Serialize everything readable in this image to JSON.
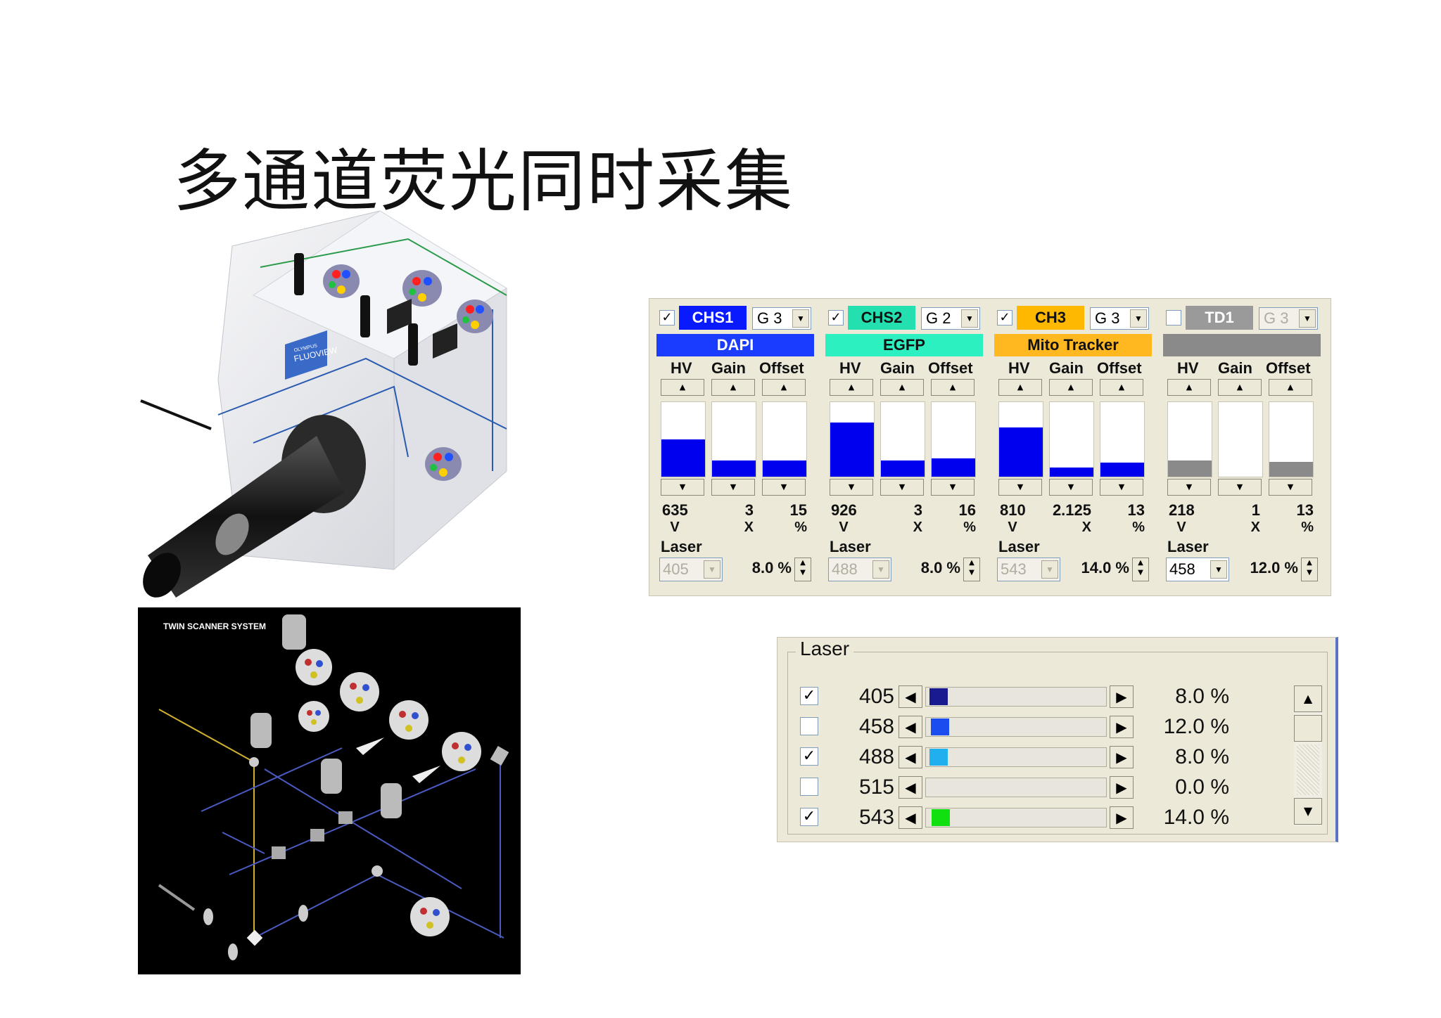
{
  "slide": {
    "title": "多通道荧光同时采集"
  },
  "device": {
    "brand": "FLUOVIEW",
    "maker": "OLYMPUS"
  },
  "scanner": {
    "title": "TWIN SCANNER SYSTEM"
  },
  "channels": [
    {
      "enabled": true,
      "check": "✓",
      "name": "CHS1",
      "gain_group": "G 3",
      "dye": "DAPI",
      "color": "#0a1aff",
      "dye_color": "#1a3cff",
      "text_dark": false,
      "cols": [
        "HV",
        "Gain",
        "Offset"
      ],
      "hv": "635",
      "hv_unit": "V",
      "gain": "3",
      "gain_unit": "X",
      "offset": "15",
      "offset_unit": "%",
      "levels": [
        0.5,
        0.22,
        0.22
      ],
      "laser_label": "Laser",
      "laser": "405",
      "laser_disabled": true,
      "laser_pct": "8.0 %"
    },
    {
      "enabled": true,
      "check": "✓",
      "name": "CHS2",
      "gain_group": "G 2",
      "dye": "EGFP",
      "color": "#24e0b0",
      "dye_color": "#2cf0c0",
      "text_dark": true,
      "cols": [
        "HV",
        "Gain",
        "Offset"
      ],
      "hv": "926",
      "hv_unit": "V",
      "gain": "3",
      "gain_unit": "X",
      "offset": "16",
      "offset_unit": "%",
      "levels": [
        0.73,
        0.22,
        0.25
      ],
      "laser_label": "Laser",
      "laser": "488",
      "laser_disabled": true,
      "laser_pct": "8.0 %"
    },
    {
      "enabled": true,
      "check": "✓",
      "name": "CH3",
      "gain_group": "G 3",
      "dye": "Mito Tracker",
      "color": "#ffb800",
      "dye_color": "#ffb820",
      "text_dark": true,
      "cols": [
        "HV",
        "Gain",
        "Offset"
      ],
      "hv": "810",
      "hv_unit": "V",
      "gain": "2.125",
      "gain_unit": "X",
      "offset": "13",
      "offset_unit": "%",
      "levels": [
        0.66,
        0.12,
        0.19
      ],
      "laser_label": "Laser",
      "laser": "543",
      "laser_disabled": true,
      "laser_pct": "14.0 %"
    },
    {
      "enabled": false,
      "check": "",
      "name": "TD1",
      "gain_group": "G 3",
      "dye": "",
      "color": "#9a9a9a",
      "dye_color": "#8a8a8a",
      "text_dark": false,
      "cols": [
        "HV",
        "Gain",
        "Offset"
      ],
      "hv": "218",
      "hv_unit": "V",
      "gain": "1",
      "gain_unit": "X",
      "offset": "13",
      "offset_unit": "%",
      "levels": [
        0.22,
        0.0,
        0.2
      ],
      "laser_label": "Laser",
      "laser": "458",
      "laser_disabled": false,
      "laser_pct": "12.0 %"
    }
  ],
  "laser_panel": {
    "title": "Laser",
    "lines": [
      {
        "check": "✓",
        "wavelength": "405",
        "percent": "8.0 %",
        "level": 0.08,
        "color": "#1a1a90"
      },
      {
        "check": "",
        "wavelength": "458",
        "percent": "12.0 %",
        "level": 0.12,
        "color": "#1a4cf0"
      },
      {
        "check": "✓",
        "wavelength": "488",
        "percent": "8.0 %",
        "level": 0.08,
        "color": "#20b0f0"
      },
      {
        "check": "",
        "wavelength": "515",
        "percent": "0.0 %",
        "level": 0.0,
        "color": ""
      },
      {
        "check": "✓",
        "wavelength": "543",
        "percent": "14.0 %",
        "level": 0.14,
        "color": "#10e010"
      }
    ]
  }
}
